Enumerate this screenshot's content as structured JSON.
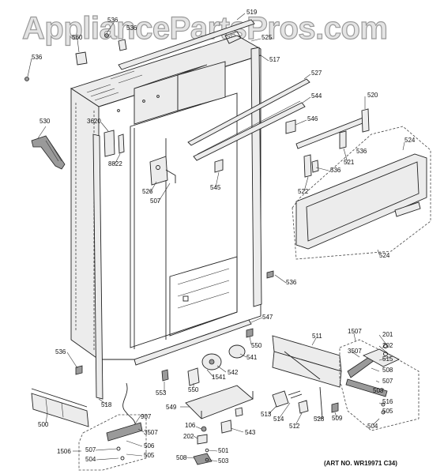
{
  "watermark": "AppliancePartsPros.com",
  "art_number": "(ART NO. WR19971 C34)",
  "callouts": [
    {
      "text": "519"
    },
    {
      "text": "536"
    },
    {
      "text": "560"
    },
    {
      "text": "536"
    },
    {
      "text": "525"
    },
    {
      "text": "536"
    },
    {
      "text": "517"
    },
    {
      "text": "527"
    },
    {
      "text": "544"
    },
    {
      "text": "530"
    },
    {
      "text": "3620"
    },
    {
      "text": "546"
    },
    {
      "text": "520"
    },
    {
      "text": "536"
    },
    {
      "text": "8822"
    },
    {
      "text": "524"
    },
    {
      "text": "521"
    },
    {
      "text": "536"
    },
    {
      "text": "526"
    },
    {
      "text": "507"
    },
    {
      "text": "545"
    },
    {
      "text": "522"
    },
    {
      "text": "524"
    },
    {
      "text": "536"
    },
    {
      "text": "547"
    },
    {
      "text": "1507"
    },
    {
      "text": "201"
    },
    {
      "text": "511"
    },
    {
      "text": "3507"
    },
    {
      "text": "202"
    },
    {
      "text": "550"
    },
    {
      "text": "536"
    },
    {
      "text": "541"
    },
    {
      "text": "515"
    },
    {
      "text": "508"
    },
    {
      "text": "542"
    },
    {
      "text": "1541"
    },
    {
      "text": "507"
    },
    {
      "text": "503"
    },
    {
      "text": "553"
    },
    {
      "text": "550"
    },
    {
      "text": "516"
    },
    {
      "text": "518"
    },
    {
      "text": "505"
    },
    {
      "text": "549"
    },
    {
      "text": "513"
    },
    {
      "text": "514"
    },
    {
      "text": "512"
    },
    {
      "text": "528"
    },
    {
      "text": "509"
    },
    {
      "text": "504"
    },
    {
      "text": "907"
    },
    {
      "text": "500"
    },
    {
      "text": "3507"
    },
    {
      "text": "543"
    },
    {
      "text": "106"
    },
    {
      "text": "506"
    },
    {
      "text": "202"
    },
    {
      "text": "1506"
    },
    {
      "text": "507"
    },
    {
      "text": "505"
    },
    {
      "text": "501"
    },
    {
      "text": "504"
    },
    {
      "text": "508"
    },
    {
      "text": "503"
    }
  ]
}
